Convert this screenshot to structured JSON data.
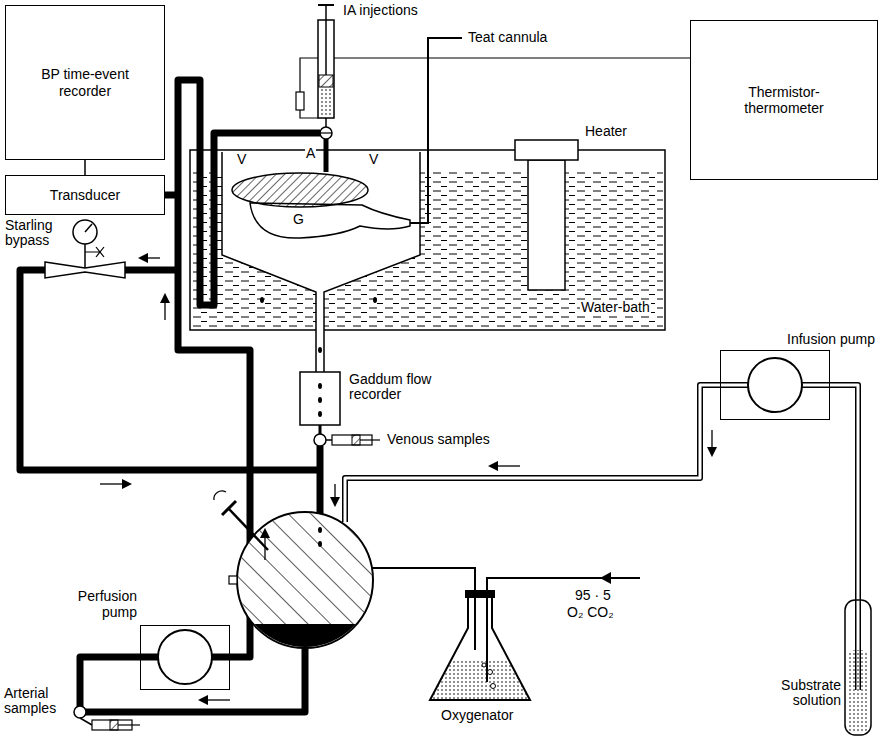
{
  "diagram": {
    "nodes": [
      {
        "text": [
          "BP time-event recorder"
        ]
      },
      {
        "text": [
          "Transducer"
        ]
      },
      {
        "text": [
          "Thermistor-thermometer"
        ]
      },
      {
        "text": [
          "Perfusion pump"
        ]
      },
      {
        "text": [
          "Infusion pump"
        ]
      }
    ],
    "edges": [
      {
        "from": 1,
        "to": 0,
        "arrow": "none"
      }
    ],
    "labels": [
      "IA injections",
      "Teat cannula",
      "Heater",
      "V",
      "A",
      "V",
      "G",
      "Water-bath",
      "Starling bypass",
      "Gaddum flow recorder",
      "Venous samples",
      "Arterial samples",
      "Oxygenator",
      "95 · 5",
      "O₂ CO₂",
      "Substrate solution"
    ]
  }
}
